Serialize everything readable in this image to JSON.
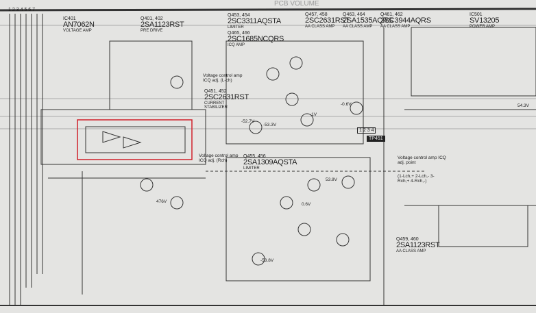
{
  "header_stamp": "PCB VOLUME",
  "connector_pins": [
    "1",
    "2",
    "3",
    "4",
    "5",
    "6",
    "7"
  ],
  "components": [
    {
      "ref": "IC401",
      "part": "AN7062N",
      "role": "VOLTAGE AMP"
    },
    {
      "ref": "Q401, 402",
      "part": "2SA1123RST",
      "role": "PRE DRIVE"
    },
    {
      "ref": "Q453, 454",
      "part": "2SC3311AQSTA",
      "role": "LIMITER"
    },
    {
      "ref": "Q465, 466",
      "part": "2SC1685NCQRS",
      "role": "ICQ AMP"
    },
    {
      "ref": "Q457, 458",
      "part": "2SC2631RST",
      "role": "AA CLASS AMP"
    },
    {
      "ref": "Q463, 464",
      "part": "2SA1535AQRS",
      "role": "AA CLASS AMP"
    },
    {
      "ref": "Q461, 462",
      "part": "2SC3944AQRS",
      "role": "AA CLASS AMP"
    },
    {
      "ref": "IC501",
      "part": "SV13205",
      "role": "POWER AMP"
    },
    {
      "ref": "Q451, 452",
      "part": "2SC2631RST",
      "role": "CURRENT STABILIZER"
    },
    {
      "ref": "Q455, 456",
      "part": "2SA1309AQSTA",
      "role": "LIMITER"
    },
    {
      "ref": "Q459, 460",
      "part": "2SA1123RST",
      "role": "AA CLASS AMP"
    }
  ],
  "notes": {
    "vc_lch": "Voltage control amp ICQ adj. (L-ch)",
    "vc_rch": "Voltage control amp ICQ adj. (Rch)",
    "vc_point": "Voltage control amp ICQ adj. point",
    "vc_pins": "(1-Lch,+ 2-Lch,- 3-Rch,+ 4-Rch,-)",
    "test_point": "TP451",
    "tp_pins": [
      "1",
      "2",
      "3",
      "4"
    ]
  },
  "voltages": [
    "-53.8V",
    "-53.3V",
    "-52.7V",
    "53.8V",
    "-0.6V",
    "-1V",
    "0.6V",
    "476V",
    "54.3V"
  ],
  "highlight_color": "#d0202a"
}
